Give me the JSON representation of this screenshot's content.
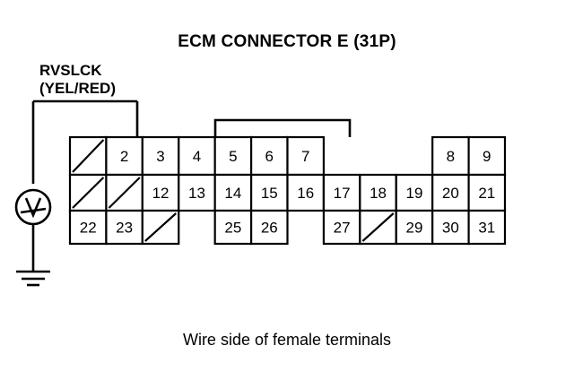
{
  "diagram": {
    "title": "ECM CONNECTOR E (31P)",
    "caption": "Wire side of female terminals",
    "probe": {
      "signal_name": "RVSLCK",
      "wire_color": "(YEL/RED)",
      "instrument": "voltmeter",
      "instrument_symbol": "V",
      "ground_symbol": "chassis-ground",
      "connected_pin": "2"
    },
    "connector": {
      "name": "E",
      "pin_count": "31P",
      "rows": [
        {
          "row": 1,
          "cells": [
            {
              "pos": 1,
              "label": "",
              "state": "blanked"
            },
            {
              "pos": 2,
              "label": "2",
              "state": "pin"
            },
            {
              "pos": 3,
              "label": "3",
              "state": "pin"
            },
            {
              "pos": 4,
              "label": "4",
              "state": "pin"
            },
            {
              "pos": 5,
              "label": "5",
              "state": "pin"
            },
            {
              "pos": 6,
              "label": "6",
              "state": "pin"
            },
            {
              "pos": 7,
              "label": "7",
              "state": "pin"
            },
            {
              "pos": 8,
              "label": "",
              "state": "absent"
            },
            {
              "pos": 9,
              "label": "",
              "state": "absent"
            },
            {
              "pos": 10,
              "label": "",
              "state": "absent"
            },
            {
              "pos": 11,
              "label": "8",
              "state": "pin"
            },
            {
              "pos": 12,
              "label": "9",
              "state": "pin"
            }
          ]
        },
        {
          "row": 2,
          "cells": [
            {
              "pos": 1,
              "label": "",
              "state": "blanked"
            },
            {
              "pos": 2,
              "label": "",
              "state": "blanked"
            },
            {
              "pos": 3,
              "label": "12",
              "state": "pin"
            },
            {
              "pos": 4,
              "label": "13",
              "state": "pin"
            },
            {
              "pos": 5,
              "label": "14",
              "state": "pin"
            },
            {
              "pos": 6,
              "label": "15",
              "state": "pin"
            },
            {
              "pos": 7,
              "label": "16",
              "state": "pin"
            },
            {
              "pos": 8,
              "label": "17",
              "state": "pin"
            },
            {
              "pos": 9,
              "label": "18",
              "state": "pin"
            },
            {
              "pos": 10,
              "label": "19",
              "state": "pin"
            },
            {
              "pos": 11,
              "label": "20",
              "state": "pin"
            },
            {
              "pos": 12,
              "label": "21",
              "state": "pin"
            }
          ]
        },
        {
          "row": 3,
          "cells": [
            {
              "pos": 1,
              "label": "22",
              "state": "pin"
            },
            {
              "pos": 2,
              "label": "23",
              "state": "pin"
            },
            {
              "pos": 3,
              "label": "",
              "state": "blanked"
            },
            {
              "pos": 4,
              "label": "",
              "state": "absent"
            },
            {
              "pos": 5,
              "label": "25",
              "state": "pin"
            },
            {
              "pos": 6,
              "label": "26",
              "state": "pin"
            },
            {
              "pos": 7,
              "label": "",
              "state": "absent"
            },
            {
              "pos": 8,
              "label": "27",
              "state": "pin"
            },
            {
              "pos": 9,
              "label": "",
              "state": "blanked"
            },
            {
              "pos": 10,
              "label": "29",
              "state": "pin"
            },
            {
              "pos": 11,
              "label": "30",
              "state": "pin"
            },
            {
              "pos": 12,
              "label": "31",
              "state": "pin"
            }
          ]
        }
      ]
    }
  },
  "colors": {
    "ink": "#000000",
    "paper": "#ffffff"
  }
}
